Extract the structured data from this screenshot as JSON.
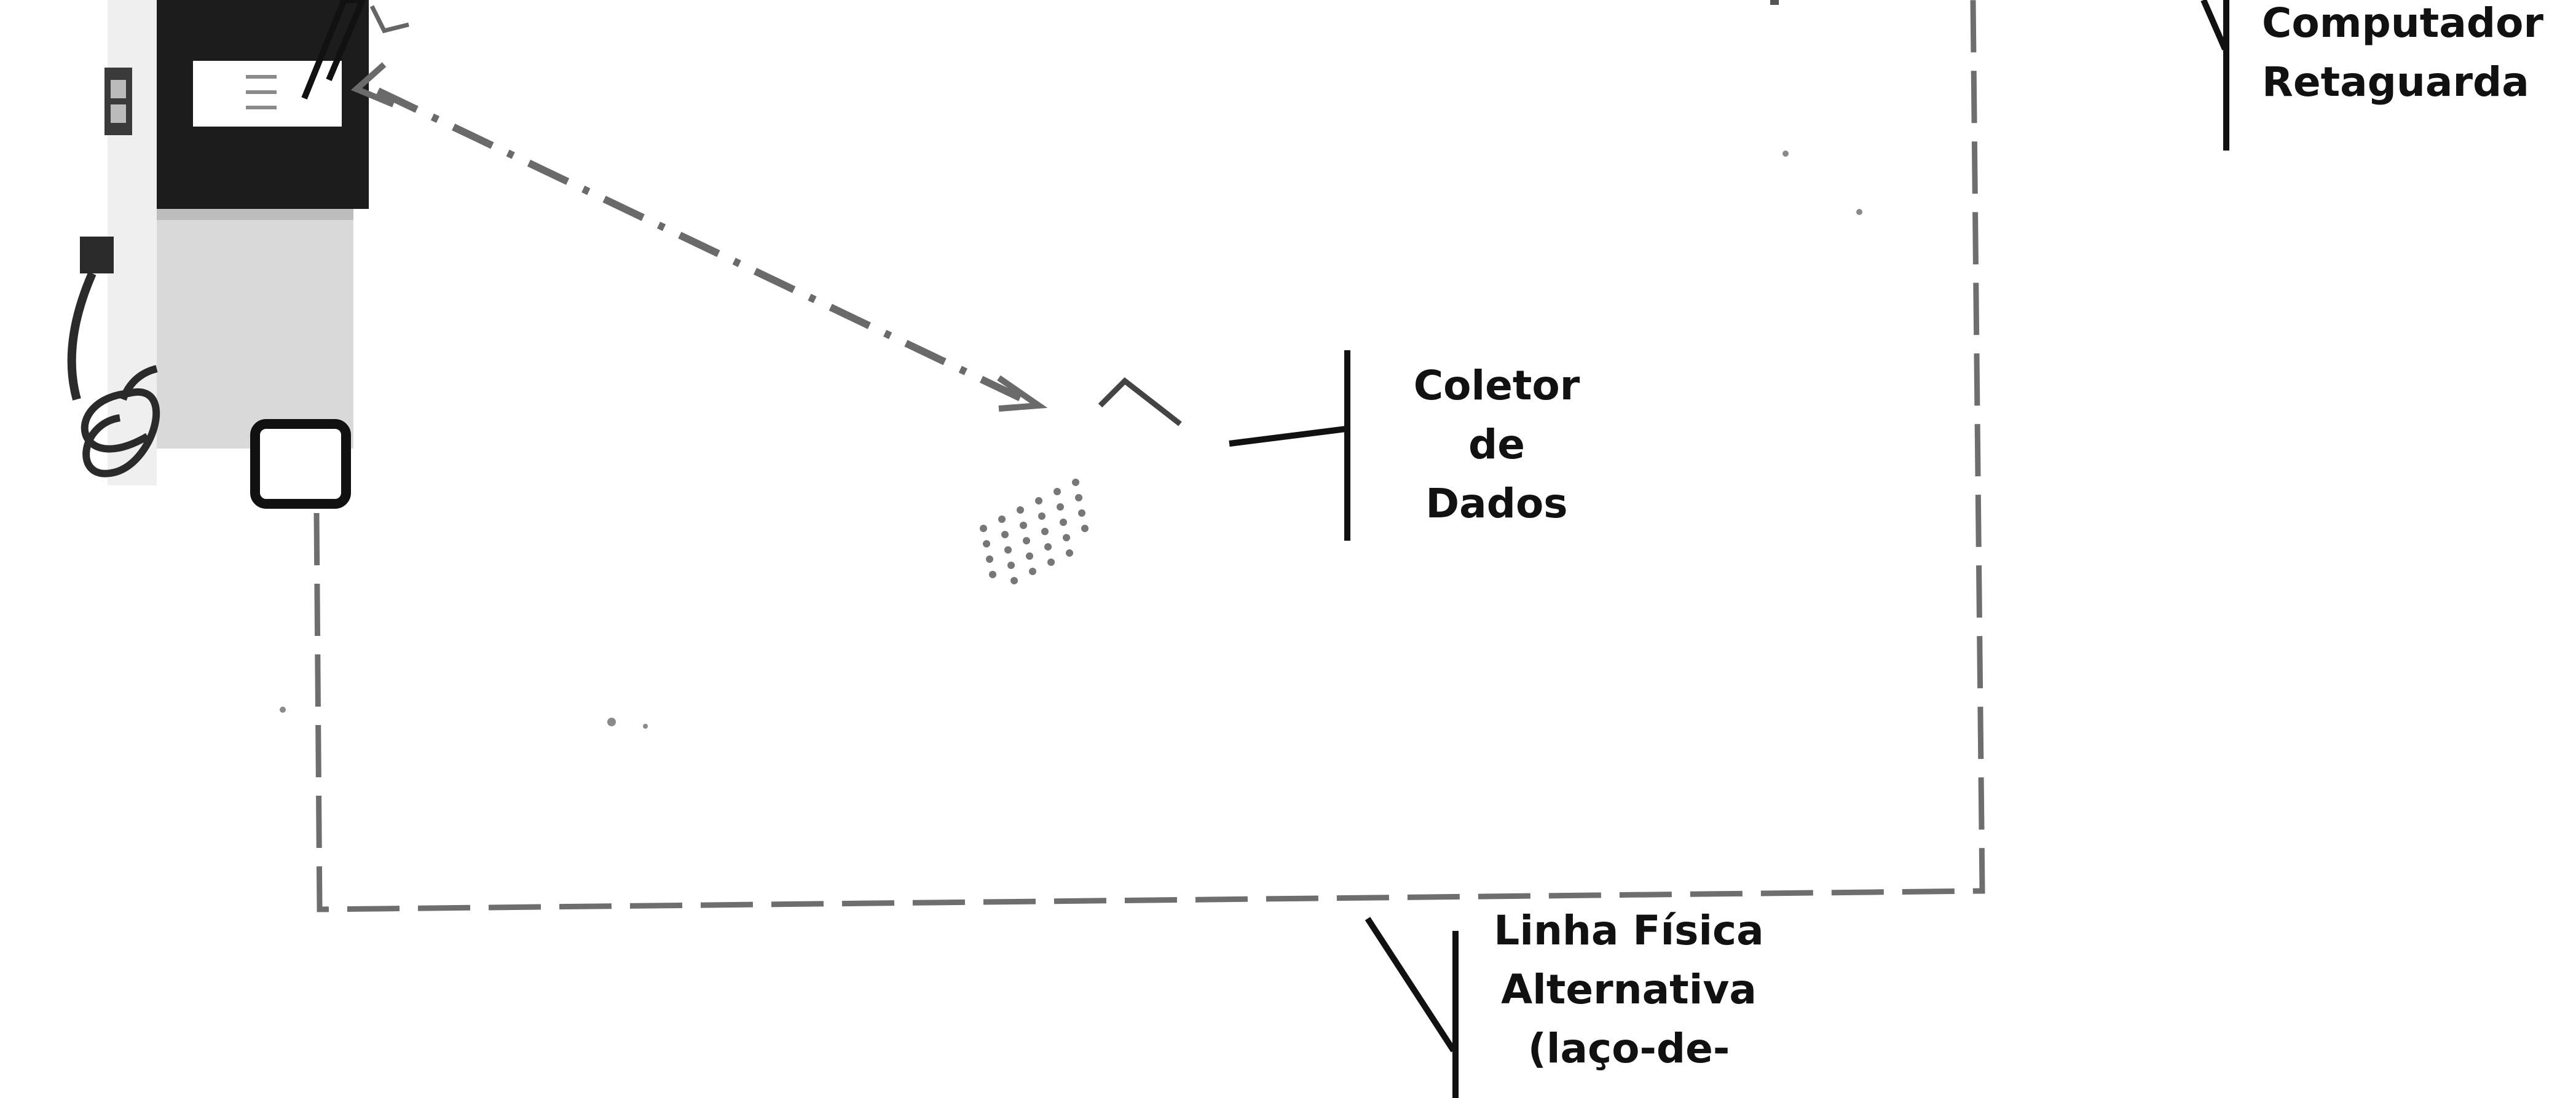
{
  "labels": {
    "computador": [
      "Computador",
      "Retaguarda"
    ],
    "coletor": [
      "Coletor",
      "de",
      "Dados"
    ],
    "linha": [
      "Linha Física",
      "Alternativa",
      "(laço-de-"
    ]
  },
  "icons": {
    "fuel_pump": "fuel-pump-icon",
    "data_collector": "handheld-collector-icon",
    "loop_box": "loop-box-icon"
  },
  "colors": {
    "ink": "#111111",
    "dashed_line": "#6e6e6e",
    "pump_body": "#d9d9d9",
    "pump_head": "#1c1c1c"
  }
}
